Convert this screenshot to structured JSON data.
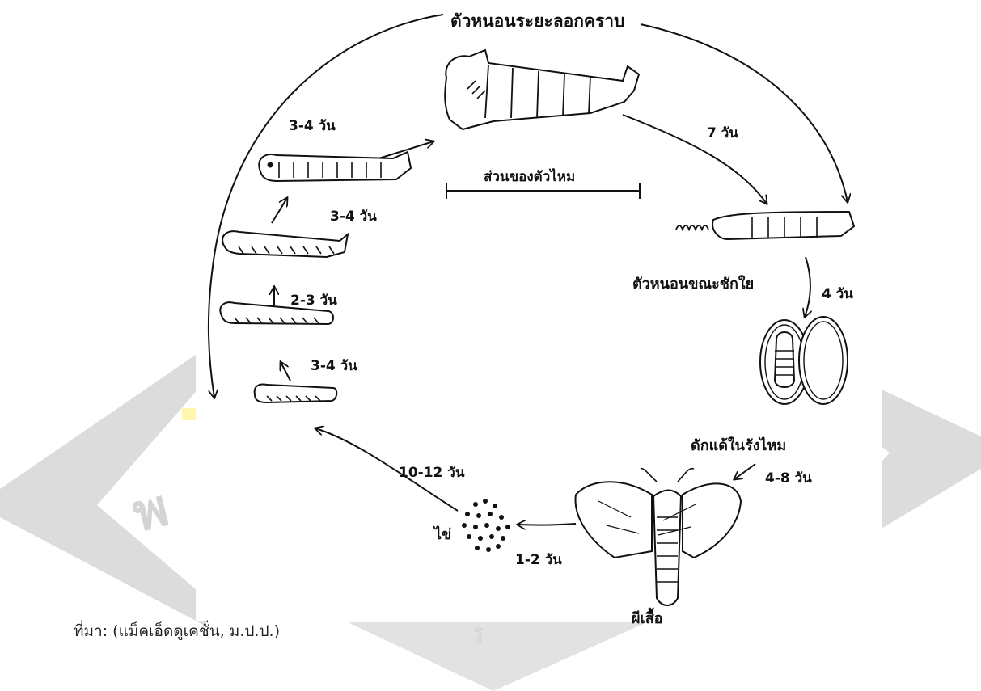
{
  "diagram": {
    "stage_labels": {
      "molting_larva": "ตัวหนอนระยะลอกคราบ",
      "larva_spinning": "ตัวหนอนขณะชักใย",
      "pupa_in_cocoon": "ดักแด้ในรังไหม",
      "moth": "ผีเสื้อ",
      "egg": "ไข่",
      "silkworm_length": "ส่วนของตัวไหม"
    },
    "durations": {
      "d_top_left": "3-4 วัน",
      "d_left_upper": "3-4 วัน",
      "d_left_mid": "2-3 วัน",
      "d_left_lower": "3-4 วัน",
      "d_seven": "7 วัน",
      "d_four": "4 วัน",
      "d_pupa": "4-8 วัน",
      "d_moth_egg": "1-2 วัน",
      "d_egg_hatch": "10-12 วัน"
    }
  },
  "caption": "ที่มา: (แม็คเอ็ดดูเคชั่น, ม.ป.ป.)",
  "colors": {
    "ink": "#111111",
    "watermark": "#d9d9d9",
    "watermark_accent": "#fff6b0"
  }
}
